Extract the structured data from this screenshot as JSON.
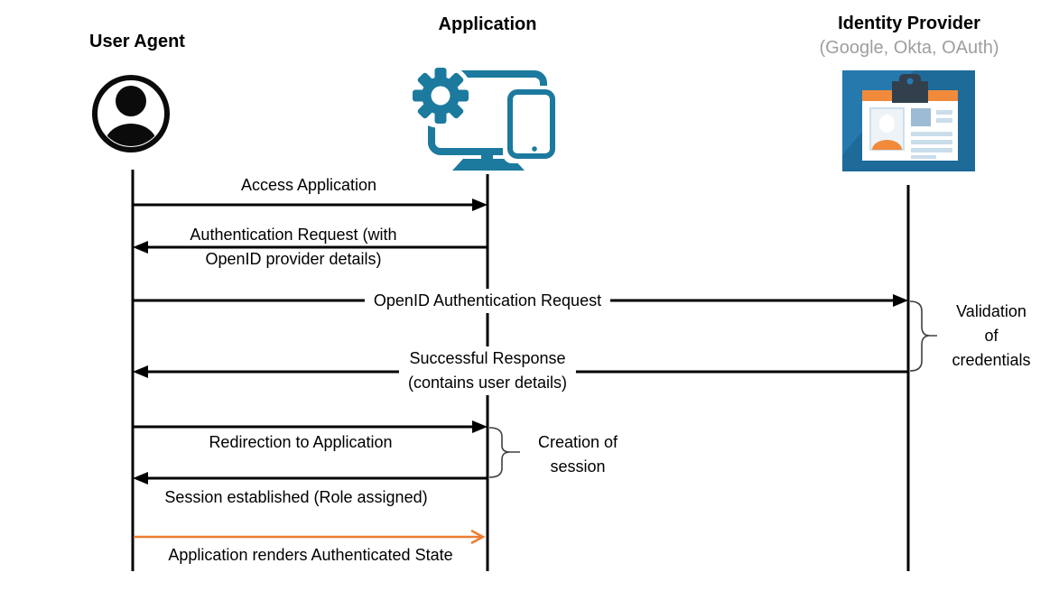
{
  "colors": {
    "arrow-black": "#000000",
    "arrow-orange": "#ED7D31",
    "app-icon-teal": "#1B7A9E",
    "idp-bg-blue": "#2679AD",
    "idp-shadow-blue": "#1E6A99",
    "idp-orange": "#F18A3B",
    "idp-clip-slate": "#32404E",
    "subtitle-gray": "#9E9E9E"
  },
  "diagram": {
    "type": "sequence-diagram",
    "topic": "OpenID authentication flow",
    "actors": [
      {
        "name": "User Agent",
        "subtitle": "",
        "icon": "user-icon"
      },
      {
        "name": "Application",
        "subtitle": "",
        "icon": "application-devices-icon"
      },
      {
        "name": "Identity Provider",
        "subtitle": "(Google, Okta, OAuth)",
        "icon": "id-card-icon"
      }
    ],
    "messages": [
      {
        "label": "Access Application",
        "from": "User Agent",
        "to": "Application",
        "direction": "right",
        "color": "#000000"
      },
      {
        "label": "Authentication Request (with\nOpenID provider details)",
        "from": "Application",
        "to": "User Agent",
        "direction": "left",
        "color": "#000000"
      },
      {
        "label": "OpenID Authentication Request",
        "from": "User Agent",
        "to": "Identity Provider",
        "direction": "right",
        "color": "#000000"
      },
      {
        "label": "Successful Response\n(contains user details)",
        "from": "Identity Provider",
        "to": "User Agent",
        "direction": "left",
        "color": "#000000"
      },
      {
        "label": "Redirection to Application",
        "from": "User Agent",
        "to": "Application",
        "direction": "right",
        "color": "#000000"
      },
      {
        "label": "Session established (Role assigned)",
        "from": "Application",
        "to": "User Agent",
        "direction": "left",
        "color": "#000000"
      },
      {
        "label": "Application renders Authenticated State",
        "from": "User Agent",
        "to": "Application",
        "direction": "right",
        "color": "#ED7D31"
      }
    ],
    "annotations": [
      {
        "label": "Validation\nof\ncredentials",
        "attached_to": "Identity Provider",
        "spans_messages": [
          "OpenID Authentication Request",
          "Successful Response"
        ]
      },
      {
        "label": "Creation of\nsession",
        "attached_to": "Application",
        "spans_messages": [
          "Redirection to Application",
          "Session established (Role assigned)"
        ]
      }
    ]
  }
}
